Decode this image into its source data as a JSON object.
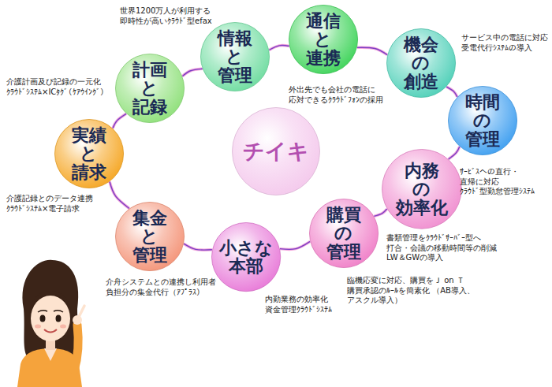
{
  "diagram": {
    "nodes": [
      {
        "text": [
          "計画 と 記録"
        ]
      },
      {
        "text": [
          "情報 と 管理"
        ]
      },
      {
        "text": [
          "通信 と 連携"
        ]
      },
      {
        "text": [
          "機会 の 創造"
        ]
      },
      {
        "text": [
          "時間 の 管理"
        ]
      },
      {
        "text": [
          "内務 の 効率化"
        ]
      },
      {
        "text": [
          "購買 の 管理"
        ]
      },
      {
        "text": [
          "小さな 本部"
        ]
      },
      {
        "text": [
          "集金 と 管理"
        ]
      },
      {
        "text": [
          "実績 と 請求"
        ]
      },
      {
        "text": [
          "チイキ"
        ]
      }
    ],
    "edges": [
      {
        "from": 0,
        "to": 1,
        "arrow": "none"
      },
      {
        "from": 1,
        "to": 2,
        "arrow": "none"
      },
      {
        "from": 2,
        "to": 3,
        "arrow": "none"
      },
      {
        "from": 3,
        "to": 4,
        "arrow": "none"
      },
      {
        "from": 4,
        "to": 5,
        "arrow": "none"
      },
      {
        "from": 5,
        "to": 6,
        "arrow": "none"
      },
      {
        "from": 6,
        "to": 7,
        "arrow": "none"
      },
      {
        "from": 7,
        "to": 8,
        "arrow": "none"
      },
      {
        "from": 8,
        "to": 9,
        "arrow": "none"
      },
      {
        "from": 9,
        "to": 0,
        "arrow": "none"
      }
    ],
    "labels": [
      "世界1200万人が利用する 即時性が高いｸﾗｳﾄﾞ型efax",
      "介護計画及び記録の一元化 ｸﾗｳﾄﾞｼｽﾃﾑ×ICﾀｸﾞ（ｹｱｳｲﾝｸﾞ）",
      "外出先でも会社の電話に 応対できるｸﾗｳﾄﾞﾌｫﾝの採用",
      "サービス中の電話に対応 受電代行ｼｽﾃﾑの導入",
      "ｻｰﾋﾞｽへの直行・直帰に対応 ｸﾗｳﾄﾞ型勤怠管理ｼｽﾃﾑ",
      "書類管理をｸﾗｳﾄﾞｻｰﾊﾞｰ型へ 打合・会議の移動時間等の削減 LW＆GWの導入",
      "臨機応変に対応、購買をＪ on Ｔ 購買承認のﾙｰﾙを簡素化 （AB導入、アスクル導入）",
      "内勤業務の効率化 資金管理ｸﾗｳﾄﾞｼｽﾃﾑ",
      "介舟システムとの連携し利用者 負担分の集金代行（ｱﾌﾟﾗｽ）",
      "介護記録とのデータ連携 ｸﾗｳﾄﾞｼｽﾃﾑ×電子請求"
    ]
  }
}
